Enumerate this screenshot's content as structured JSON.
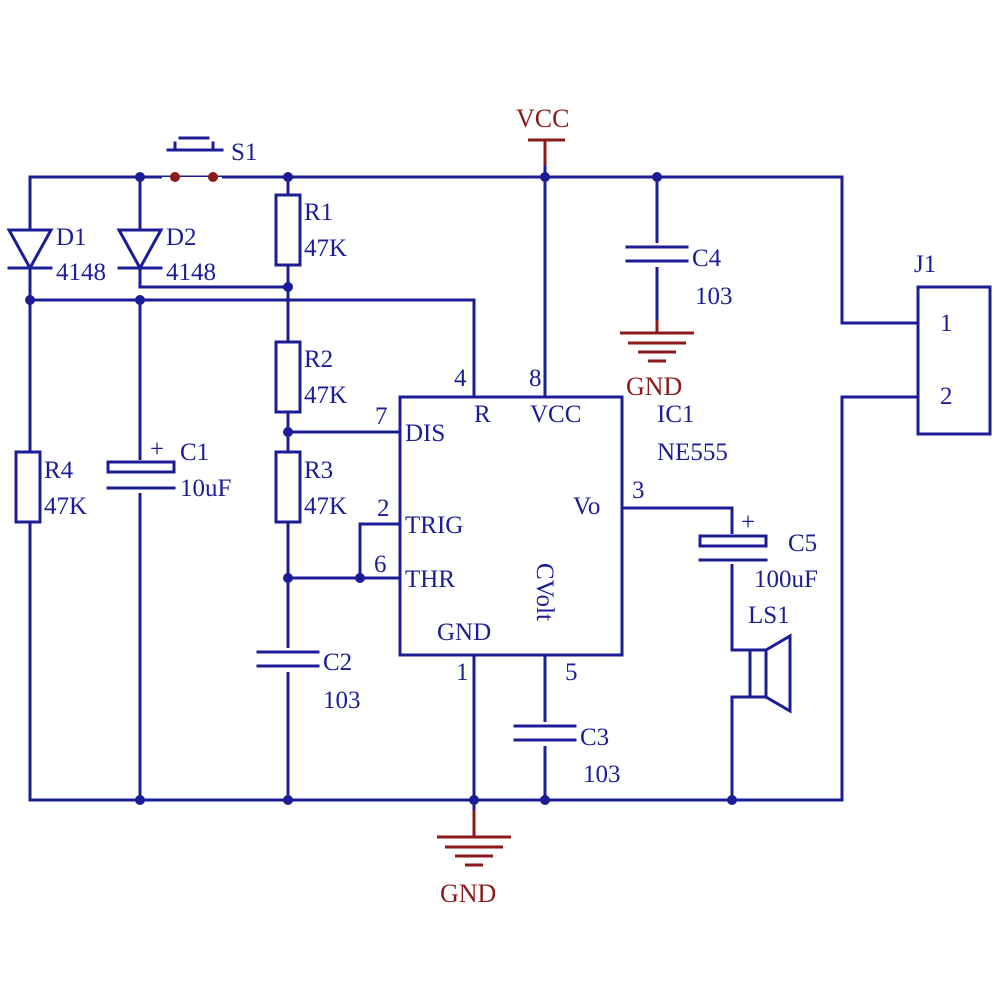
{
  "power": {
    "vcc_label": "VCC",
    "gnd_label_top": "GND",
    "gnd_label_bottom": "GND"
  },
  "switch": {
    "ref": "S1"
  },
  "diodes": [
    {
      "ref": "D1",
      "value": "4148"
    },
    {
      "ref": "D2",
      "value": "4148"
    }
  ],
  "resistors": {
    "r1": {
      "ref": "R1",
      "value": "47K"
    },
    "r2": {
      "ref": "R2",
      "value": "47K"
    },
    "r3": {
      "ref": "R3",
      "value": "47K"
    },
    "r4": {
      "ref": "R4",
      "value": "47K"
    }
  },
  "capacitors": {
    "c1": {
      "ref": "C1",
      "value": "10uF",
      "polarity": "+"
    },
    "c2": {
      "ref": "C2",
      "value": "103"
    },
    "c3": {
      "ref": "C3",
      "value": "103"
    },
    "c4": {
      "ref": "C4",
      "value": "103"
    },
    "c5": {
      "ref": "C5",
      "value": "100uF",
      "polarity": "+"
    }
  },
  "ic": {
    "ref": "IC1",
    "part": "NE555",
    "pins": {
      "dis": {
        "num": "7",
        "name": "DIS"
      },
      "trig": {
        "num": "2",
        "name": "TRIG"
      },
      "thr": {
        "num": "6",
        "name": "THR"
      },
      "r": {
        "num": "4",
        "name": "R"
      },
      "vcc": {
        "num": "8",
        "name": "VCC"
      },
      "vo": {
        "num": "3",
        "name": "Vo"
      },
      "gnd": {
        "num": "1",
        "name": "GND"
      },
      "cv": {
        "num": "5",
        "name": "CVolt"
      }
    }
  },
  "speaker": {
    "ref": "LS1"
  },
  "connector": {
    "ref": "J1",
    "pin1": "1",
    "pin2": "2"
  },
  "colors": {
    "wire": "#1c1c96",
    "power": "#8b1a1a",
    "background": "#ffffff"
  }
}
